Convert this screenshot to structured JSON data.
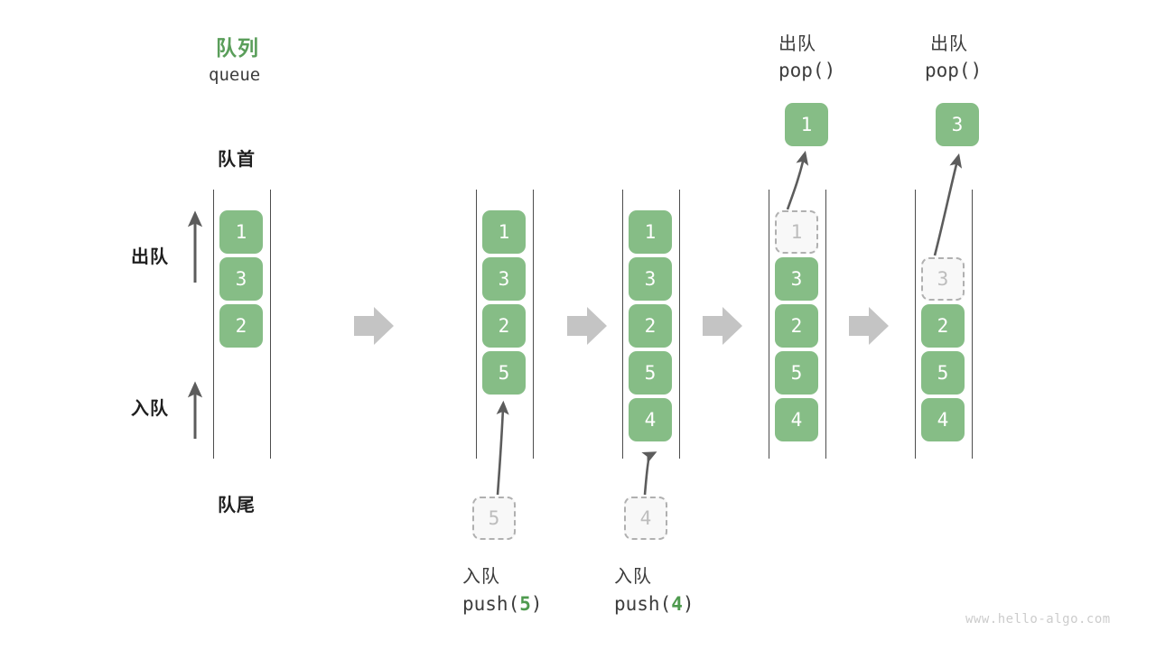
{
  "diagram": {
    "title_cn": "队列",
    "title_en": "queue",
    "front_label": "队首",
    "rear_label": "队尾",
    "dequeue_label": "出队",
    "enqueue_label": "入队",
    "watermark": "www.hello-algo.com",
    "accent_color": "#86bd86",
    "accent_text_color": "#5a9e5a",
    "ghost_color": "#bdbdbd",
    "arrow_color": "#c4c4c4"
  },
  "stages": [
    {
      "id": "initial",
      "caption_cn": "",
      "caption_code": "",
      "cells": [
        "1",
        "3",
        "2"
      ],
      "ghost_index": null,
      "empty_leading": 0
    },
    {
      "id": "push-5",
      "caption_cn": "入队",
      "caption_code_prefix": "push(",
      "caption_code_arg": "5",
      "caption_code_suffix": ")",
      "cells": [
        "1",
        "3",
        "2",
        "5"
      ],
      "incoming_value": "5"
    },
    {
      "id": "push-4",
      "caption_cn": "入队",
      "caption_code_prefix": "push(",
      "caption_code_arg": "4",
      "caption_code_suffix": ")",
      "cells": [
        "1",
        "3",
        "2",
        "5",
        "4"
      ],
      "incoming_value": "4"
    },
    {
      "id": "pop-1",
      "caption_cn": "出队",
      "caption_code_prefix": "pop(",
      "caption_code_arg": "",
      "caption_code_suffix": ")",
      "cells": [
        "1",
        "3",
        "2",
        "5",
        "4"
      ],
      "ghost_index": 0,
      "popped_value": "1"
    },
    {
      "id": "pop-3",
      "caption_cn": "出队",
      "caption_code_prefix": "pop(",
      "caption_code_arg": "",
      "caption_code_suffix": ")",
      "cells": [
        "",
        "3",
        "2",
        "5",
        "4"
      ],
      "ghost_index": 1,
      "empty_leading": 1,
      "popped_value": "3"
    }
  ],
  "separators": [
    {
      "name": "separator-1"
    },
    {
      "name": "separator-2"
    },
    {
      "name": "separator-3"
    },
    {
      "name": "separator-4"
    }
  ]
}
